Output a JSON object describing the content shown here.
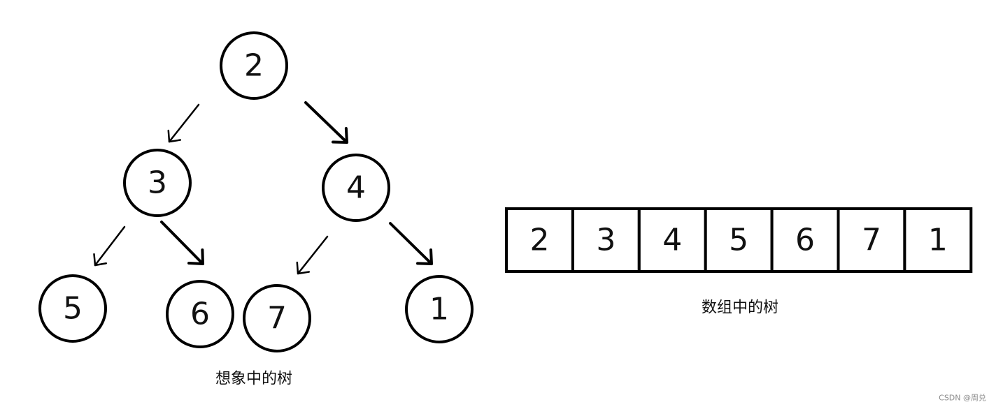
{
  "tree": {
    "nodes": [
      {
        "id": "n2",
        "label": "2"
      },
      {
        "id": "n3",
        "label": "3"
      },
      {
        "id": "n4",
        "label": "4"
      },
      {
        "id": "n5",
        "label": "5"
      },
      {
        "id": "n6",
        "label": "6"
      },
      {
        "id": "n7",
        "label": "7"
      },
      {
        "id": "n1",
        "label": "1"
      }
    ],
    "edges": [
      {
        "from": "n2",
        "to": "n3"
      },
      {
        "from": "n2",
        "to": "n4"
      },
      {
        "from": "n3",
        "to": "n5"
      },
      {
        "from": "n3",
        "to": "n6"
      },
      {
        "from": "n4",
        "to": "n7"
      },
      {
        "from": "n4",
        "to": "n1"
      }
    ],
    "caption": "想象中的树"
  },
  "array": {
    "cells": [
      "2",
      "3",
      "4",
      "5",
      "6",
      "7",
      "1"
    ],
    "caption": "数组中的树"
  },
  "watermark": "CSDN @周兑"
}
